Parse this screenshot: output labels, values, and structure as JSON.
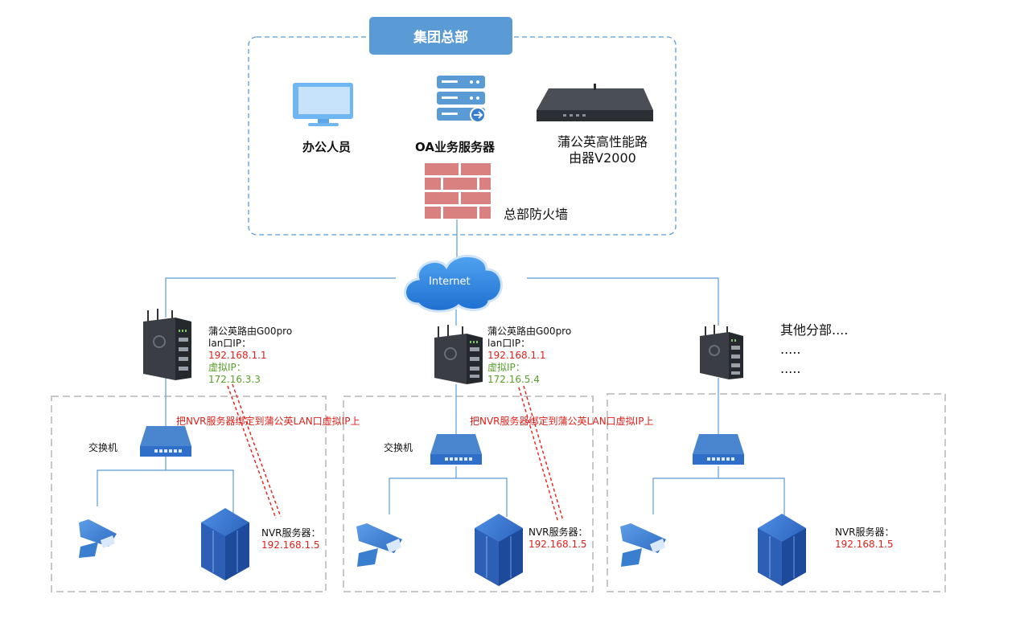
{
  "hq": {
    "title": "集团总部",
    "office_label": "办公人员",
    "oa_server_label": "OA业务服务器",
    "router_label_line1": "蒲公英高性能路",
    "router_label_line2": "由器V2000",
    "firewall_label": "总部防火墙"
  },
  "internet_label": "Internet",
  "branches": [
    {
      "router_name": "蒲公英路由G00pro",
      "lan_ip_label": "lan口IP：",
      "lan_ip": "192.168.1.1",
      "virtual_ip_label": "虚拟IP：",
      "virtual_ip": "172.16.3.3",
      "bind_note": "把NVR服务器绑定到蒲公英LAN口虚拟IP上",
      "switch_label": "交换机",
      "nvr_label": "NVR服务器：",
      "nvr_ip": "192.168.1.5"
    },
    {
      "router_name": "蒲公英路由G00pro",
      "lan_ip_label": "lan口IP：",
      "lan_ip": "192.168.1.1",
      "virtual_ip_label": "虚拟IP：",
      "virtual_ip": "172.16.5.4",
      "bind_note": "把NVR服务器绑定到蒲公英LAN口虚拟IP上",
      "switch_label": "交换机",
      "nvr_label": "NVR服务器：",
      "nvr_ip": "192.168.1.5"
    },
    {
      "others_label": "其他分部....",
      "dots1": ".....",
      "dots2": ".....",
      "nvr_label": "NVR服务器：",
      "nvr_ip": "192.168.1.5"
    }
  ],
  "colors": {
    "accent": "#5b9bd5",
    "line": "#5b9bd5",
    "red": "#e0201a",
    "green": "#5aa02c",
    "firewall": "#d98080",
    "device_blue": "#2f6fc9",
    "router_dark": "#3a3e44"
  }
}
